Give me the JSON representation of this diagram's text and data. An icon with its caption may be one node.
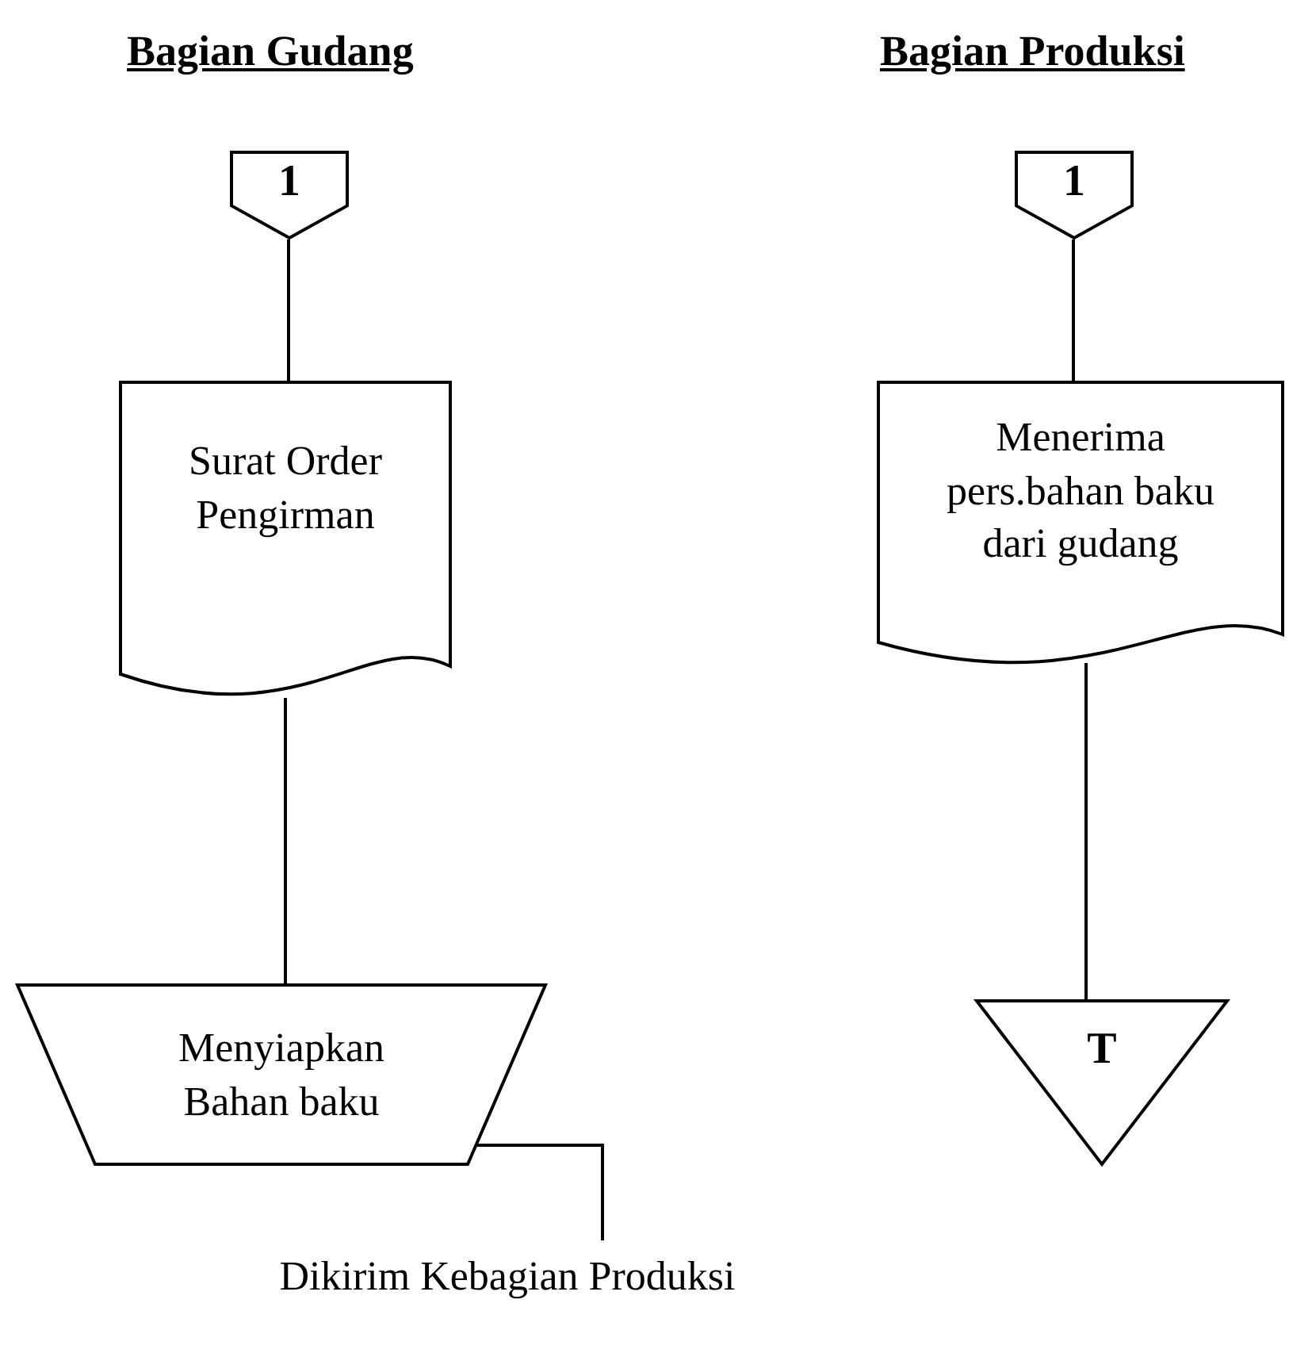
{
  "diagram": {
    "nodes": [
      {
        "text": [
          "1"
        ]
      },
      {
        "text": [
          "Surat Order Pengirman"
        ]
      },
      {
        "text": [
          "Menyiapkan Bahan baku"
        ]
      },
      {
        "text": [
          "Dikirim Kebagian Produksi"
        ]
      },
      {
        "text": [
          "1"
        ]
      },
      {
        "text": [
          "Menerima pers.bahan baku dari gudang"
        ]
      },
      {
        "text": [
          "T"
        ]
      }
    ],
    "edges": [
      {
        "from": 0,
        "to": 1,
        "arrow": "none"
      },
      {
        "from": 1,
        "to": 2,
        "arrow": "none"
      },
      {
        "from": 2,
        "to": 3,
        "arrow": "none"
      },
      {
        "from": 4,
        "to": 5,
        "arrow": "none"
      },
      {
        "from": 5,
        "to": 6,
        "arrow": "none"
      }
    ],
    "labels": [
      "Bagian Gudang",
      "Bagian Produksi"
    ]
  }
}
